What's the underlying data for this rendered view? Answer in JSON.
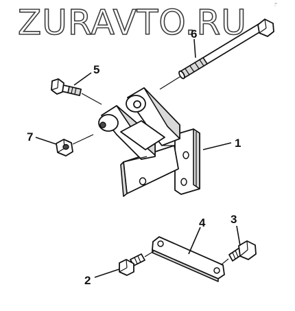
{
  "watermark": {
    "text": "ZURAVTO.RU",
    "corner_mark": "ᵈ̺ᵇ"
  },
  "callouts": [
    {
      "id": "1",
      "label": "1"
    },
    {
      "id": "2",
      "label": "2"
    },
    {
      "id": "3",
      "label": "3"
    },
    {
      "id": "4",
      "label": "4"
    },
    {
      "id": "5",
      "label": "5"
    },
    {
      "id": "6",
      "label": "6"
    },
    {
      "id": "7",
      "label": "7"
    }
  ]
}
